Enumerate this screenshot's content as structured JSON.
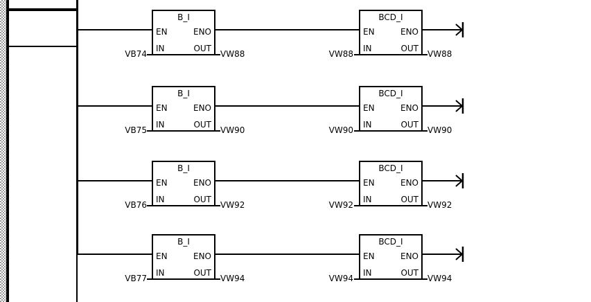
{
  "editor": {
    "name": "plc-ladder-network-editor",
    "background_color": "#ffffff",
    "line_color": "#000000",
    "margin_color": "#9a9a9a"
  },
  "partial_block": {
    "label": ""
  },
  "blocks": {
    "converter_byte_to_int": {
      "title": "B_I",
      "pins": {
        "en": "EN",
        "eno": "ENO",
        "in": "IN",
        "out": "OUT"
      }
    },
    "converter_bcd_to_int": {
      "title": "BCD_I",
      "pins": {
        "en": "EN",
        "eno": "ENO",
        "in": "IN",
        "out": "OUT"
      }
    }
  },
  "rungs": [
    {
      "index": 1,
      "left_block": {
        "title": "B_I",
        "in": "VB74",
        "out": "VW88"
      },
      "right_block": {
        "title": "BCD_I",
        "in": "VW88",
        "out": "VW88"
      },
      "terminator": "continuation-arrow"
    },
    {
      "index": 2,
      "left_block": {
        "title": "B_I",
        "in": "VB75",
        "out": "VW90"
      },
      "right_block": {
        "title": "BCD_I",
        "in": "VW90",
        "out": "VW90"
      },
      "terminator": "continuation-arrow"
    },
    {
      "index": 3,
      "left_block": {
        "title": "B_I",
        "in": "VB76",
        "out": "VW92"
      },
      "right_block": {
        "title": "BCD_I",
        "in": "VW92",
        "out": "VW92"
      },
      "terminator": "continuation-arrow"
    },
    {
      "index": 4,
      "left_block": {
        "title": "B_I",
        "in": "VB77",
        "out": "VW94"
      },
      "right_block": {
        "title": "BCD_I",
        "in": "VW94",
        "out": "VW94"
      },
      "terminator": "continuation-arrow"
    }
  ]
}
